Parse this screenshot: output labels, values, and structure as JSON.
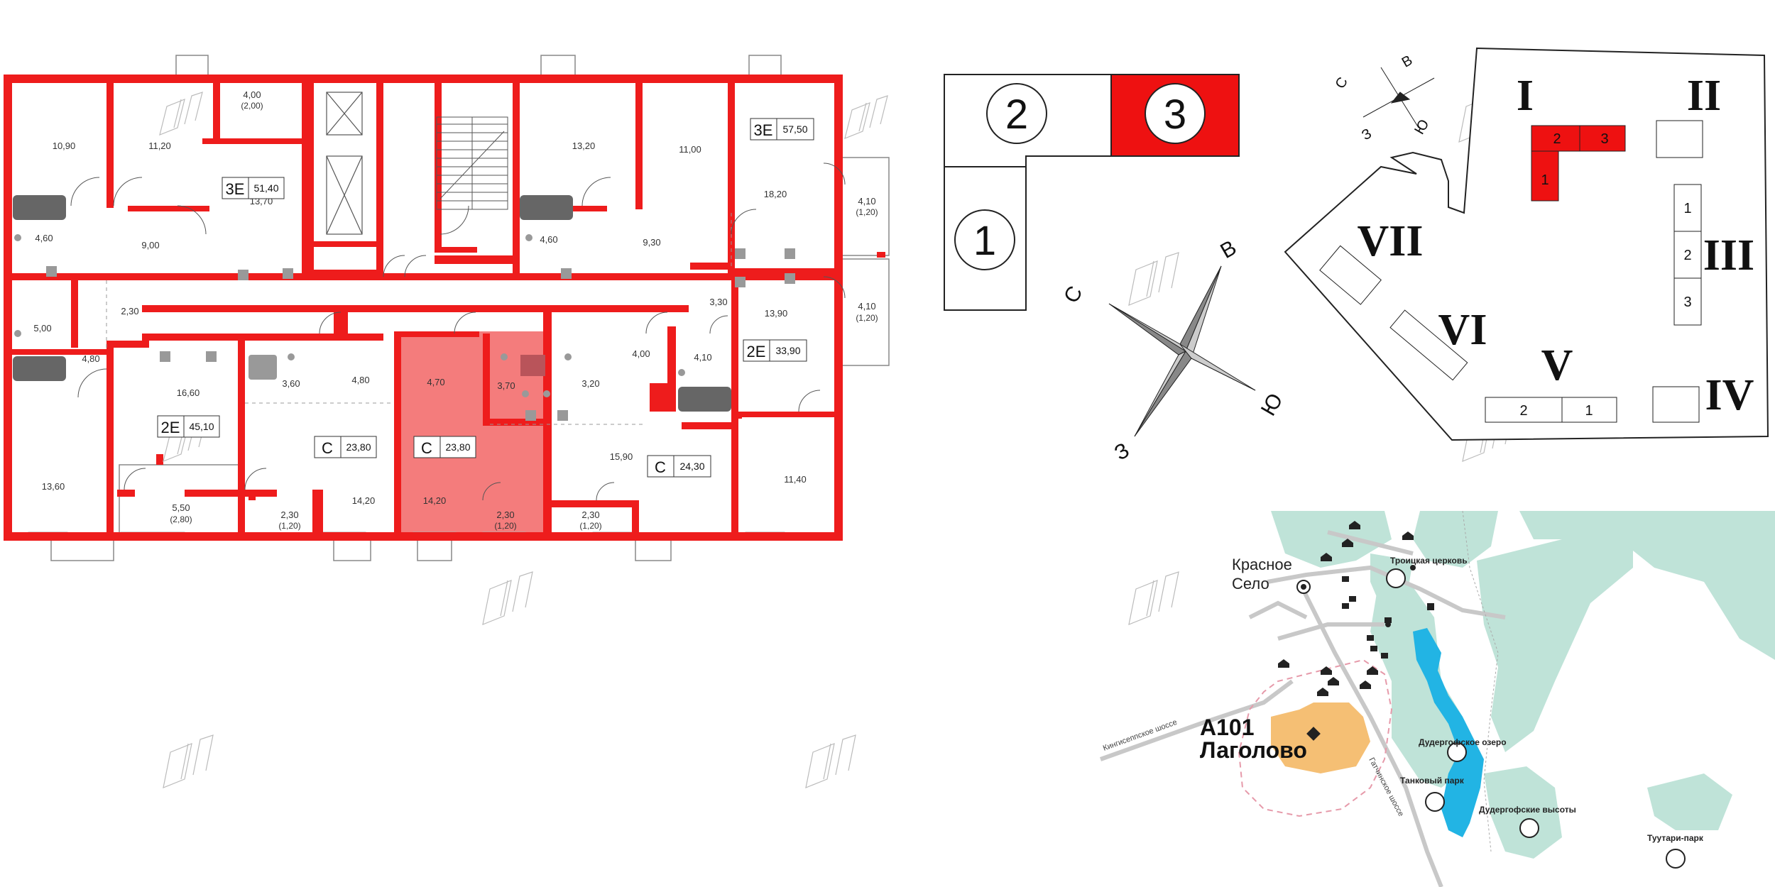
{
  "floor_plan": {
    "rooms": [
      {
        "id": "r1",
        "label": "10,90"
      },
      {
        "id": "r2",
        "label": "11,20"
      },
      {
        "id": "r3",
        "label": "4,00",
        "sub": "(2,00)"
      },
      {
        "id": "r4",
        "label": "13,70"
      },
      {
        "id": "r5",
        "label": "9,00"
      },
      {
        "id": "r6",
        "label": "4,60"
      },
      {
        "id": "r7",
        "label": "2,30"
      },
      {
        "id": "r8",
        "label": "5,00"
      },
      {
        "id": "r9",
        "label": "4,80"
      },
      {
        "id": "r10",
        "label": "16,60"
      },
      {
        "id": "r11",
        "label": "13,60"
      },
      {
        "id": "r12",
        "label": "5,50",
        "sub": "(2,80)"
      },
      {
        "id": "r13",
        "label": "3,60"
      },
      {
        "id": "r14",
        "label": "4,80"
      },
      {
        "id": "r15",
        "label": "2,30",
        "sub": "(1,20)"
      },
      {
        "id": "r16",
        "label": "14,20"
      },
      {
        "id": "r17",
        "label": "4,70"
      },
      {
        "id": "r18",
        "label": "3,70"
      },
      {
        "id": "r19",
        "label": "14,20"
      },
      {
        "id": "r20",
        "label": "2,30",
        "sub": "(1,20)"
      },
      {
        "id": "r21",
        "label": "3,20"
      },
      {
        "id": "r22",
        "label": "4,00"
      },
      {
        "id": "r23",
        "label": "15,90"
      },
      {
        "id": "r24",
        "label": "2,30",
        "sub": "(1,20)"
      },
      {
        "id": "r25",
        "label": "13,20"
      },
      {
        "id": "r26",
        "label": "11,00"
      },
      {
        "id": "r27",
        "label": "9,30"
      },
      {
        "id": "r28",
        "label": "4,60"
      },
      {
        "id": "r29",
        "label": "18,20"
      },
      {
        "id": "r30",
        "label": "4,10",
        "sub": "(1,20)"
      },
      {
        "id": "r31",
        "label": "3,30"
      },
      {
        "id": "r32",
        "label": "13,90"
      },
      {
        "id": "r33",
        "label": "4,10",
        "sub": "(1,20)"
      },
      {
        "id": "r34",
        "label": "4,10"
      },
      {
        "id": "r35",
        "label": "11,40"
      }
    ],
    "apartments": [
      {
        "type": "3E",
        "area": "51,40"
      },
      {
        "type": "3E",
        "area": "57,50"
      },
      {
        "type": "2E",
        "area": "45,10"
      },
      {
        "type": "2E",
        "area": "33,90"
      },
      {
        "type": "C",
        "area": "23,80"
      },
      {
        "type": "C",
        "area": "23,80",
        "highlighted": true
      },
      {
        "type": "C",
        "area": "24,30"
      }
    ],
    "highlight_color": "#f47c7c",
    "wall_color": "#ee1c1c"
  },
  "sections": {
    "items": [
      {
        "label": "2"
      },
      {
        "label": "3",
        "active": true
      },
      {
        "label": "1"
      }
    ],
    "active_color": "#ee1111"
  },
  "compass": {
    "n": "С",
    "e": "В",
    "s": "Ю",
    "w": "З"
  },
  "site_plan": {
    "compass": {
      "n": "С",
      "e": "В",
      "s": "Ю",
      "w": "З"
    },
    "buildings": [
      {
        "roman": "I",
        "parts": [
          "2",
          "3",
          "1"
        ]
      },
      {
        "roman": "II"
      },
      {
        "roman": "III",
        "parts": [
          "1",
          "2",
          "3"
        ]
      },
      {
        "roman": "IV"
      },
      {
        "roman": "V",
        "parts": [
          "2",
          "1"
        ]
      },
      {
        "roman": "VI"
      },
      {
        "roman": "VII"
      }
    ]
  },
  "map": {
    "city": "Красное\nСело",
    "city_line1": "Красное",
    "city_line2": "Село",
    "project_line1": "А101",
    "project_line2": "Лаголово",
    "poi": {
      "church": "Троицкая церковь",
      "lake": "Дудергофское озеро",
      "tank_park": "Танковый парк",
      "heights": "Дудергофские высоты",
      "tuutari": "Туутари-парк"
    },
    "roads": {
      "kingisepp": "Кингисеппское шоссе",
      "gatchina": "Гатчинское шоссе"
    },
    "colors": {
      "green": "#bfe3d8",
      "water": "#22b4e4",
      "project": "#f5bf74"
    }
  }
}
